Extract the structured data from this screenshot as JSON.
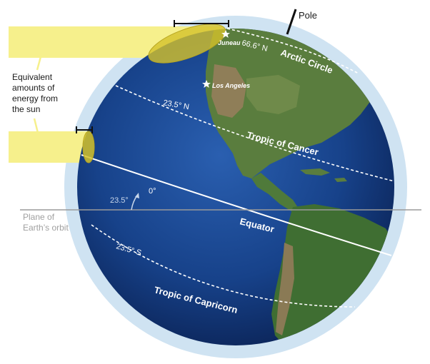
{
  "labels": {
    "pole": "Pole",
    "arctic_lat": "66.6° N",
    "arctic_circle": "Arctic Circle",
    "juneau": "Juneau",
    "los_angeles": "Los Angeles",
    "cancer_lat": "23.5° N",
    "tropic_cancer": "Tropic of Cancer",
    "equator_deg": "0°",
    "equator": "Equator",
    "tilt_angle": "23.5°",
    "plane_line1": "Plane of",
    "plane_line2": "Earth’s orbit",
    "capricorn_lat": "23.5° S",
    "tropic_capricorn": "Tropic of Capricorn",
    "energy_line1": "Equivalent",
    "energy_line2": "amounts of",
    "energy_line3": "energy from",
    "energy_line4": "the sun"
  },
  "colors": {
    "atmosphere": "#cfe3f2",
    "ocean_dark": "#0d2a63",
    "ocean_mid": "#1f4f9e",
    "land_green": "#4f7a3a",
    "land_brown": "#8a7a55",
    "beam": "#f6f08c",
    "beam_spot": "#d4c22a",
    "orbit_plane": "#9a9a9a"
  },
  "icons": [
    "star-icon"
  ]
}
